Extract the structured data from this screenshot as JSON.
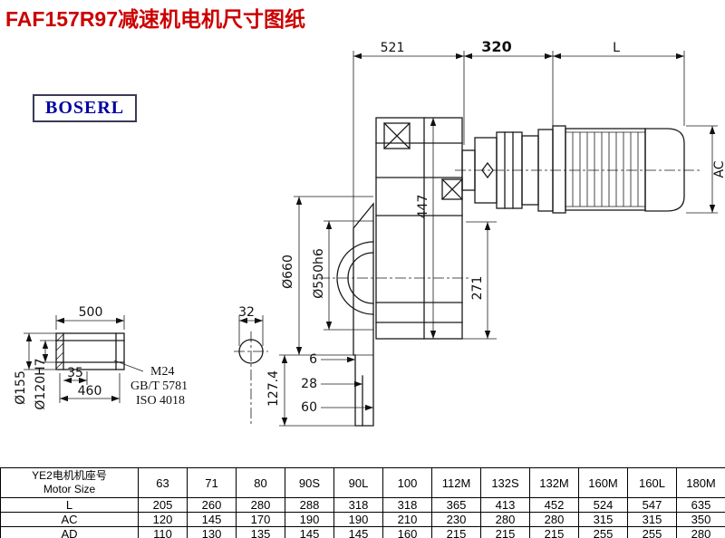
{
  "title": "FAF157R97减速机电机尺寸图纸",
  "logo": "BOSERL",
  "dims": {
    "len_521": "521",
    "len_320": "320",
    "len_L": "L",
    "height_AC": "AC",
    "height_447": "447",
    "height_271": "271",
    "flange_660": "Ø660",
    "flange_550": "Ø550h6",
    "shaft_500": "500",
    "shaft_32": "32",
    "shaft_35": "35",
    "shaft_460": "460",
    "shaft_155": "Ø155",
    "shaft_120": "Ø120H7",
    "thread_M24": "M24",
    "std_gb": "GB/T 5781",
    "std_iso": "ISO 4018",
    "off_6": "6",
    "off_28": "28",
    "off_60": "60",
    "off_127": "127.4"
  },
  "table": {
    "header": {
      "line1": "YE2电机机座号",
      "line2": "Motor Size"
    },
    "columns": [
      "63",
      "71",
      "80",
      "90S",
      "90L",
      "100",
      "112M",
      "132S",
      "132M",
      "160M",
      "160L",
      "180M"
    ],
    "rows": [
      {
        "label": "L",
        "values": [
          "205",
          "260",
          "280",
          "288",
          "318",
          "318",
          "365",
          "413",
          "452",
          "524",
          "547",
          "635"
        ]
      },
      {
        "label": "AC",
        "values": [
          "120",
          "145",
          "170",
          "190",
          "190",
          "210",
          "230",
          "280",
          "280",
          "315",
          "315",
          "350"
        ]
      },
      {
        "label": "AD",
        "values": [
          "110",
          "130",
          "135",
          "145",
          "145",
          "160",
          "215",
          "215",
          "215",
          "255",
          "255",
          "280"
        ]
      }
    ]
  }
}
